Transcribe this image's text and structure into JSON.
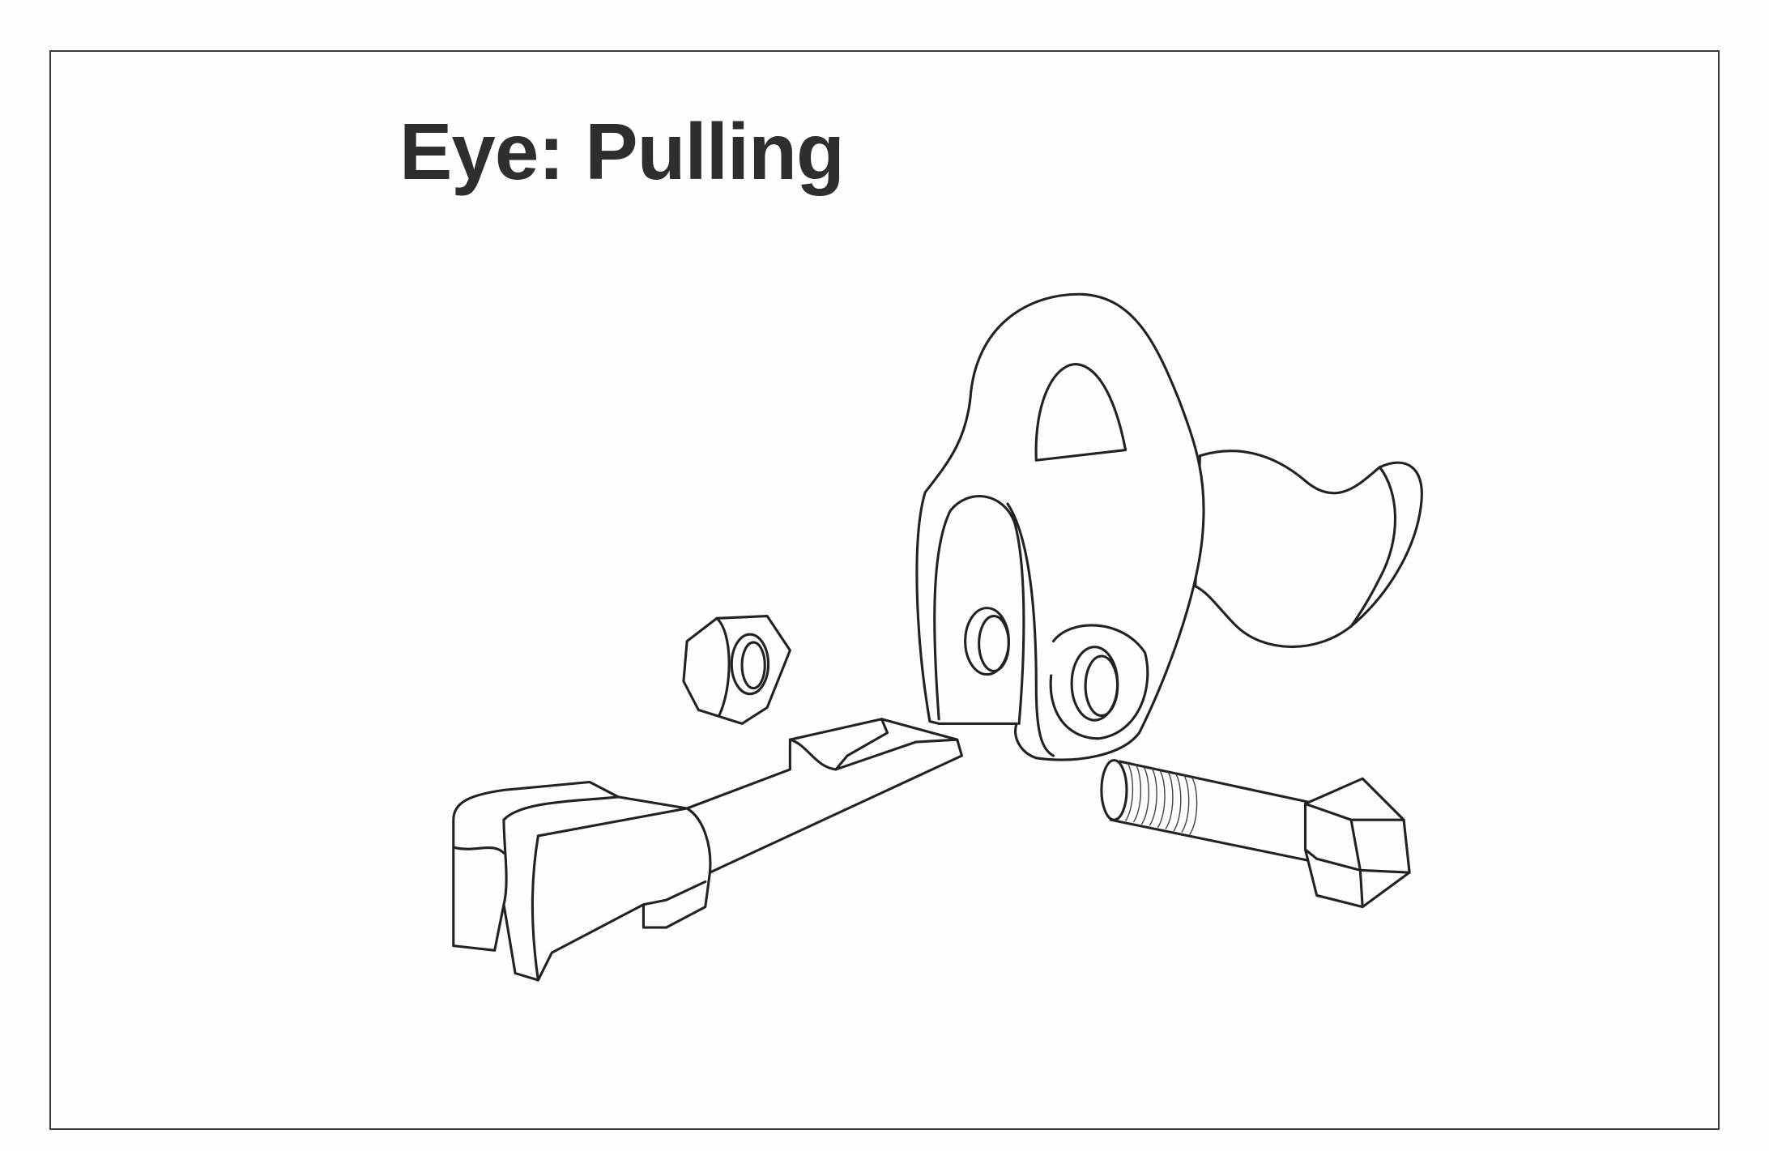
{
  "title": "Eye: Pulling",
  "figure": {
    "parts": [
      "hook",
      "nut",
      "lever",
      "bolt"
    ],
    "line_color": "#222222",
    "background": "#fdfdfb"
  }
}
